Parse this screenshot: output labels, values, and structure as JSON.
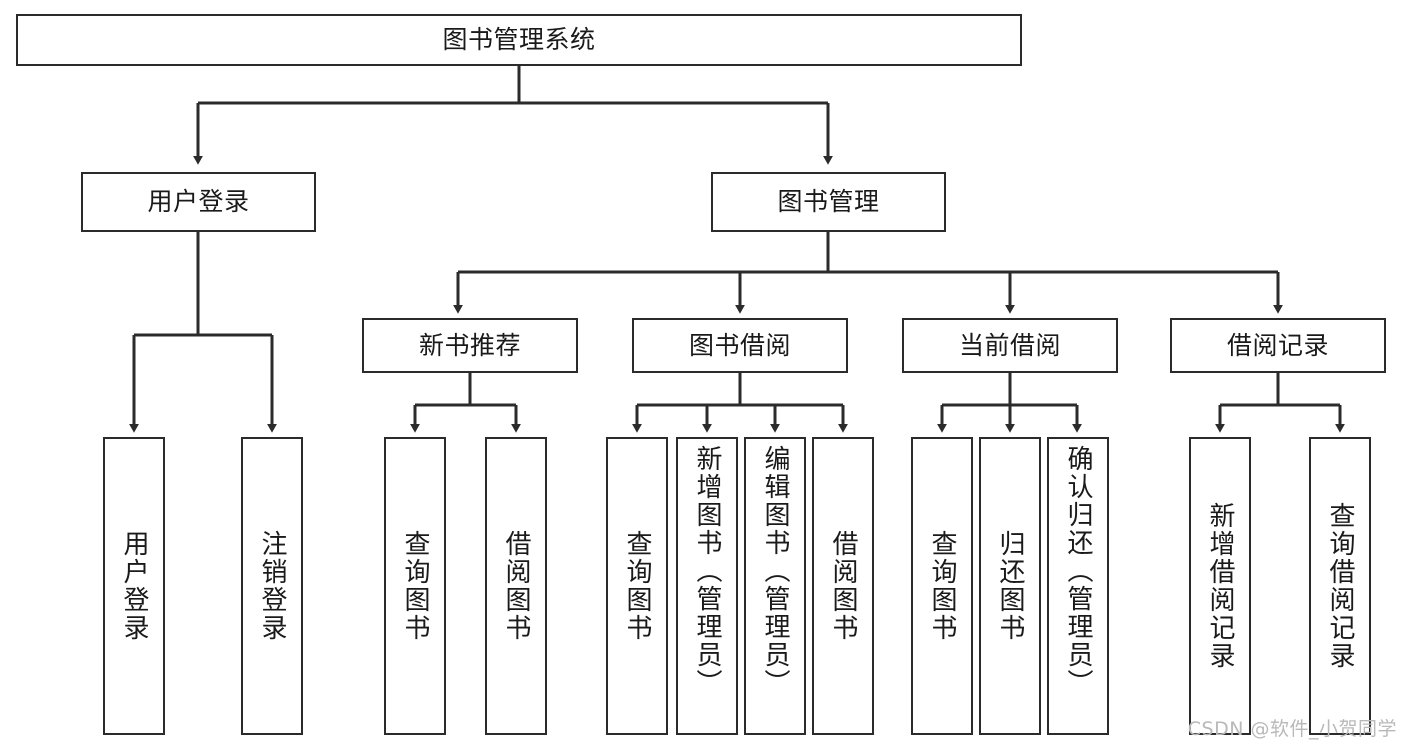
{
  "diagram": {
    "type": "tree",
    "title_node": "图书管理系统",
    "watermark": "CSDN @软件_小贺同学",
    "colors": {
      "background": "#ffffff",
      "node_border": "#2b2b2b",
      "node_fill": "#ffffff",
      "edge": "#2b2b2b",
      "text": "#1a1a1a",
      "watermark": "#b9b9b9"
    },
    "nodes": {
      "root": {
        "label": "图书管理系统",
        "level": 0,
        "orientation": "horizontal"
      },
      "l1": [
        {
          "id": "user_login",
          "label": "用户登录",
          "orientation": "horizontal"
        },
        {
          "id": "book_manage",
          "label": "图书管理",
          "orientation": "horizontal"
        }
      ],
      "l2": [
        {
          "id": "new_book_rec",
          "label": "新书推荐",
          "parent": "book_manage",
          "orientation": "horizontal"
        },
        {
          "id": "book_borrow",
          "label": "图书借阅",
          "parent": "book_manage",
          "orientation": "horizontal"
        },
        {
          "id": "current_borrow",
          "label": "当前借阅",
          "parent": "book_manage",
          "orientation": "horizontal"
        },
        {
          "id": "borrow_record",
          "label": "借阅记录",
          "parent": "book_manage",
          "orientation": "horizontal"
        }
      ],
      "leaves": [
        {
          "id": "leaf_user_login",
          "label": "用户登录",
          "parent": "user_login",
          "orientation": "vertical"
        },
        {
          "id": "leaf_logout",
          "label": "注销登录",
          "parent": "user_login",
          "orientation": "vertical"
        },
        {
          "id": "leaf_query_book_1",
          "label": "查询图书",
          "parent": "new_book_rec",
          "orientation": "vertical"
        },
        {
          "id": "leaf_borrow_book_1",
          "label": "借阅图书",
          "parent": "new_book_rec",
          "orientation": "vertical"
        },
        {
          "id": "leaf_query_book_2",
          "label": "查询图书",
          "parent": "book_borrow",
          "orientation": "vertical"
        },
        {
          "id": "leaf_add_book",
          "label": "新增图书（管理员）",
          "parent": "book_borrow",
          "orientation": "vertical"
        },
        {
          "id": "leaf_edit_book",
          "label": "编辑图书（管理员）",
          "parent": "book_borrow",
          "orientation": "vertical"
        },
        {
          "id": "leaf_borrow_book_2",
          "label": "借阅图书",
          "parent": "book_borrow",
          "orientation": "vertical"
        },
        {
          "id": "leaf_query_book_3",
          "label": "查询图书",
          "parent": "current_borrow",
          "orientation": "vertical"
        },
        {
          "id": "leaf_return_book",
          "label": "归还图书",
          "parent": "current_borrow",
          "orientation": "vertical"
        },
        {
          "id": "leaf_confirm_return",
          "label": "确认归还（管理员）",
          "parent": "current_borrow",
          "orientation": "vertical"
        },
        {
          "id": "leaf_add_record",
          "label": "新增借阅记录",
          "parent": "borrow_record",
          "orientation": "vertical"
        },
        {
          "id": "leaf_query_record",
          "label": "查询借阅记录",
          "parent": "borrow_record",
          "orientation": "vertical"
        }
      ]
    }
  }
}
